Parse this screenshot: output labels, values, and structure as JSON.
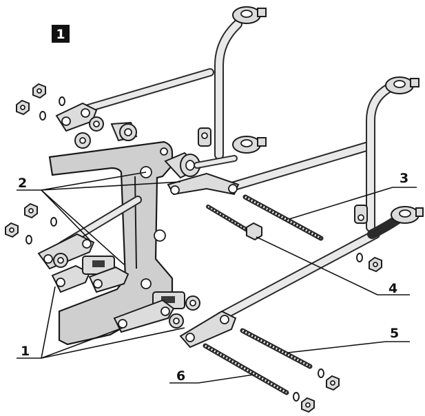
{
  "figure": {
    "badge": "1",
    "callouts": [
      "1",
      "2",
      "3",
      "4",
      "5",
      "6"
    ]
  },
  "colors": {
    "ink": "#1c1c1c",
    "metal": "#dcdcdc",
    "background": "#ffffff"
  }
}
